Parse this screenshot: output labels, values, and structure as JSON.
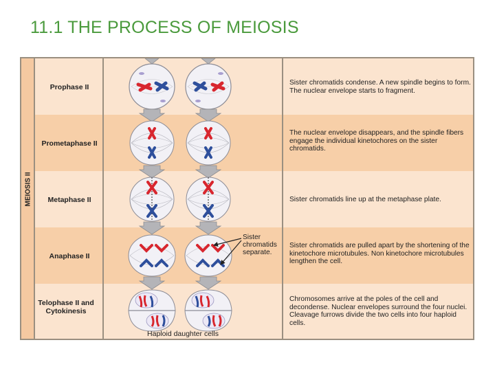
{
  "slide": {
    "title": "11.1 THE PROCESS OF MEIOSIS"
  },
  "figure": {
    "side_label": "MEIOSIS II",
    "phases": [
      {
        "name": "Prophase II",
        "description": "Sister chromatids condense. A new spindle begins to form. The nuclear envelope starts to fragment."
      },
      {
        "name": "Prometaphase II",
        "description": "The nuclear envelope disappears, and the spindle fibers engage the individual kinetochores on the sister chromatids."
      },
      {
        "name": "Metaphase II",
        "description": "Sister chromatids line up at the metaphase plate."
      },
      {
        "name": "Anaphase II",
        "description": "Sister chromatids are pulled apart by the shortening of the kinetochore microtubules. Non kinetochore microtubules lengthen the cell."
      },
      {
        "name": "Telophase II and Cytokinesis",
        "description": "Chromosomes arrive at the poles of the cell and decondense. Nuclear envelopes surround the four nuclei. Cleavage furrows divide the two cells into four haploid cells."
      }
    ],
    "annotation": "Sister chromatids separate.",
    "caption": "Haploid daughter cells",
    "colors": {
      "red": "#d8262e",
      "blue": "#2e4f9c",
      "row_dark": "#f7cfa8",
      "row_light": "#fbe4cf",
      "cell_fill": "#f2f1f6"
    }
  }
}
